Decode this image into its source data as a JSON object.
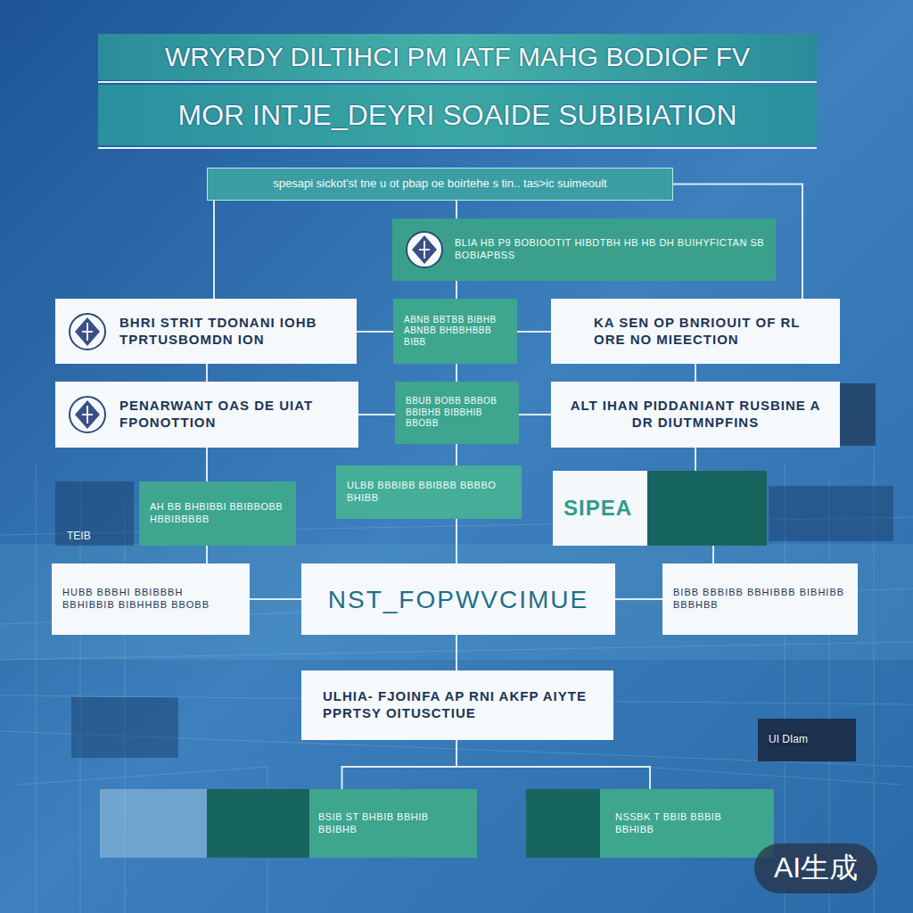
{
  "diagram": {
    "title": "WRYRDY DILTIHCI PM IATF MAHG BODIOF FV",
    "nodes": [
      {
        "text": [
          "MOR INTJE_DEYRI SOAIDE SUBIBIATION"
        ]
      },
      {
        "text": [
          "spesapi sickot'st tne u ot pbap oe boirtehe s tin.. tas>ic suimeoult"
        ]
      },
      {
        "text": [
          "BLIA HB P9 BOBIOOTIT HIBDTBH HB HB DH BUIHYFICTAN SB BOBIAPBSS"
        ]
      },
      {
        "text": [
          "BHRI STRIT TDONANI IOHB TPRTUSBOMDN ION"
        ]
      },
      {
        "text": [
          "ABNB BBTBB BIBHB ABNBB BHBBHBBB BIBB"
        ]
      },
      {
        "text": [
          "KA SEN OP BNRIOUIT OF RL ORE NO MIEECTION"
        ]
      },
      {
        "text": [
          "PENARWANT OAS DE UIAT FPONOTTION"
        ]
      },
      {
        "text": [
          "BBUB BOBB BBBOB BBIBHB BIBBHIB BBOBB"
        ]
      },
      {
        "text": [
          "ALT IHAN PIDDANIANT RUSBINE A DR DIUTMNPFINS"
        ]
      },
      {
        "text": [
          "AH BB BHBIBBI BBIBBOBB HBBIBBBBB"
        ]
      },
      {
        "text": [
          "ULBB BBBIBB BBIBBB BBBBO BHIBB"
        ]
      },
      {
        "text": [
          "SIPEA"
        ]
      },
      {
        "text": [
          "HUBB BBBHI BBIBBBH BBHIBBIB BIBHHBB BBOBB"
        ]
      },
      {
        "text": [
          "NST_FOPWVCIMUE"
        ]
      },
      {
        "text": [
          "BIBB BBBIBB BBHIBBB BIBHIBB BBBHBB"
        ]
      },
      {
        "text": [
          "ULHIA- FJOINFA AP RNI AKFP AIYTE PPRTSY OITUSCTIUE"
        ]
      },
      {
        "text": [
          "BSIB ST BHBIB BBHIB BBIBHB"
        ]
      },
      {
        "text": [
          "NSSBK T BBIB BBBIB BBHIBB"
        ]
      }
    ],
    "edges": [
      {
        "from": 1,
        "to": 2,
        "arrow": "none"
      },
      {
        "from": 1,
        "to": 3,
        "arrow": "none"
      },
      {
        "from": 1,
        "to": 5,
        "arrow": "none"
      },
      {
        "from": 3,
        "to": 4,
        "arrow": "none"
      },
      {
        "from": 4,
        "to": 5,
        "arrow": "none"
      },
      {
        "from": 3,
        "to": 6,
        "arrow": "none"
      },
      {
        "from": 2,
        "to": 4,
        "arrow": "none"
      },
      {
        "from": 5,
        "to": 8,
        "arrow": "none"
      },
      {
        "from": 6,
        "to": 7,
        "arrow": "none"
      },
      {
        "from": 7,
        "to": 8,
        "arrow": "none"
      },
      {
        "from": 4,
        "to": 7,
        "arrow": "none"
      },
      {
        "from": 7,
        "to": 10,
        "arrow": "none"
      },
      {
        "from": 6,
        "to": 9,
        "arrow": "none"
      },
      {
        "from": 8,
        "to": 11,
        "arrow": "none"
      },
      {
        "from": 10,
        "to": 13,
        "arrow": "none"
      },
      {
        "from": 9,
        "to": 12,
        "arrow": "none"
      },
      {
        "from": 11,
        "to": 14,
        "arrow": "none"
      },
      {
        "from": 12,
        "to": 13,
        "arrow": "none"
      },
      {
        "from": 13,
        "to": 14,
        "arrow": "none"
      },
      {
        "from": 13,
        "to": 15,
        "arrow": "none"
      },
      {
        "from": 15,
        "to": 16,
        "arrow": "none"
      },
      {
        "from": 15,
        "to": 17,
        "arrow": "none"
      }
    ],
    "labels": [
      "TEIB",
      "UI DIam",
      "AI生成"
    ]
  }
}
